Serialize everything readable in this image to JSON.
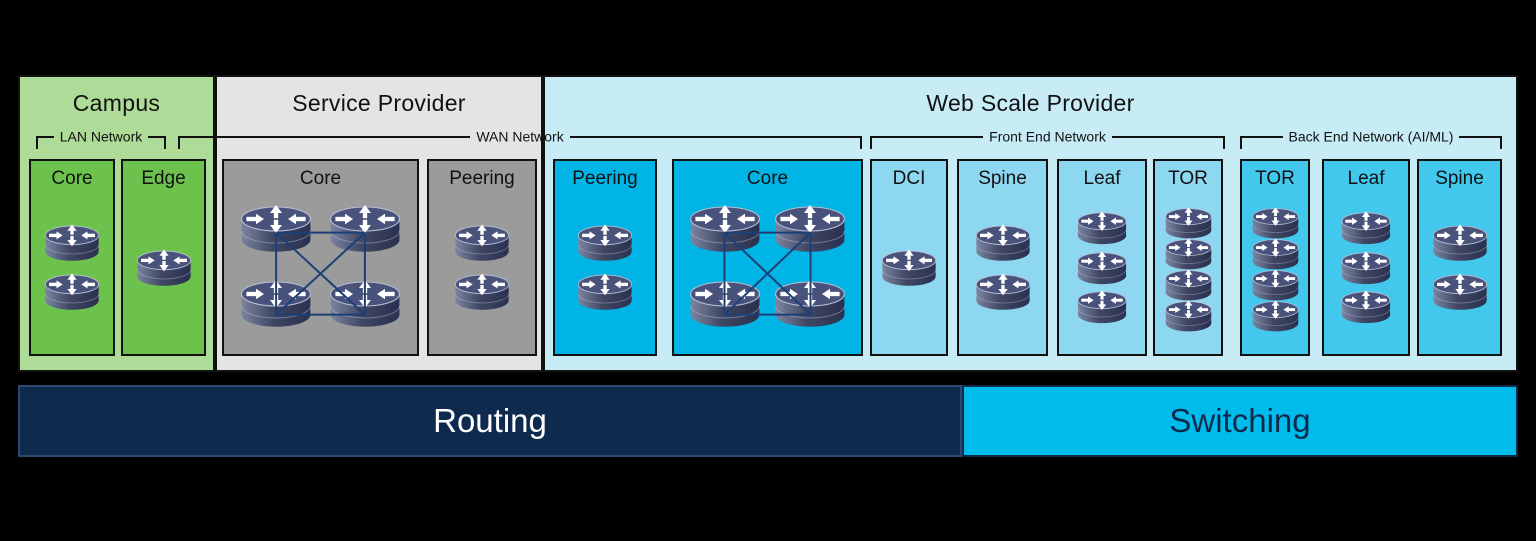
{
  "sections": [
    {
      "title": "Campus"
    },
    {
      "title": "Service Provider"
    },
    {
      "title": "Web Scale Provider"
    }
  ],
  "network_groups": [
    {
      "label": "LAN Network"
    },
    {
      "label": "WAN Network"
    },
    {
      "label": "Front End Network"
    },
    {
      "label": "Back End Network (AI/ML)"
    }
  ],
  "boxes": [
    {
      "label": "Core",
      "section": "Campus",
      "devices": 2,
      "mesh": false
    },
    {
      "label": "Edge",
      "section": "Campus",
      "devices": 1,
      "mesh": false
    },
    {
      "label": "Core",
      "section": "Service Provider",
      "devices": 4,
      "mesh": true
    },
    {
      "label": "Peering",
      "section": "Service Provider",
      "devices": 2,
      "mesh": false
    },
    {
      "label": "Peering",
      "section": "Web Scale Provider",
      "devices": 2,
      "mesh": false
    },
    {
      "label": "Core",
      "section": "Web Scale Provider",
      "devices": 4,
      "mesh": true
    },
    {
      "label": "DCI",
      "section": "Web Scale Provider",
      "devices": 1,
      "mesh": false
    },
    {
      "label": "Spine",
      "section": "Web Scale Provider",
      "devices": 2,
      "mesh": false
    },
    {
      "label": "Leaf",
      "section": "Web Scale Provider",
      "devices": 3,
      "mesh": false
    },
    {
      "label": "TOR",
      "section": "Web Scale Provider",
      "devices": 4,
      "mesh": false
    },
    {
      "label": "TOR",
      "section": "Web Scale Provider",
      "devices": 4,
      "mesh": false
    },
    {
      "label": "Leaf",
      "section": "Web Scale Provider",
      "devices": 3,
      "mesh": false
    },
    {
      "label": "Spine",
      "section": "Web Scale Provider",
      "devices": 2,
      "mesh": false
    }
  ],
  "layers": {
    "routing": "Routing",
    "switching": "Switching"
  },
  "icons": {
    "device": "cisco-router-icon"
  },
  "colors": {
    "background": "#000000",
    "campus_section": "#aedb97",
    "campus_box": "#6dc24d",
    "service_provider_section": "#e4e4e4",
    "service_provider_box": "#9b9b9b",
    "web_scale_section": "#c8ecf6",
    "web_scale_core_peering_box": "#00b5e6",
    "front_end_box": "#8ed7f1",
    "back_end_box": "#42c7ed",
    "routing_bar": "#0e2a4e",
    "switching_bar": "#00bceb",
    "mesh_link_line": "#1c3f76"
  }
}
